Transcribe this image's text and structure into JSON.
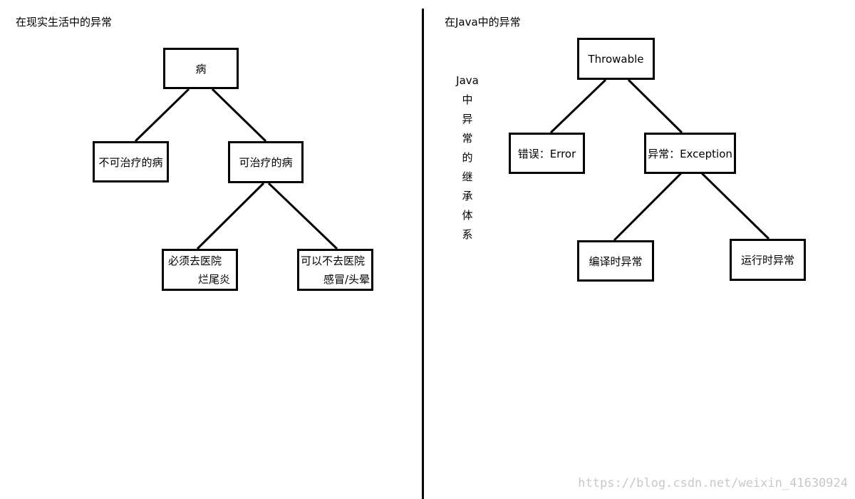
{
  "left": {
    "title": "在现实生活中的异常",
    "root": "病",
    "incurable": "不可治疗的病",
    "curable": "可治疗的病",
    "hospital": {
      "line1": "必须去医院",
      "line2": "烂尾炎"
    },
    "no_hospital": {
      "line1": "可以不去医院",
      "line2": "感冒/头晕"
    }
  },
  "right": {
    "title": "在Java中的异常",
    "vertical_label": [
      "Java",
      "中",
      "异",
      "常",
      "的",
      "继",
      "承",
      "体",
      "系"
    ],
    "root": "Throwable",
    "error": "错误：Error",
    "exception": "异常：Exception",
    "checked": "编译时异常",
    "runtime": "运行时异常"
  },
  "watermark": "https://blog.csdn.net/weixin_41630924"
}
